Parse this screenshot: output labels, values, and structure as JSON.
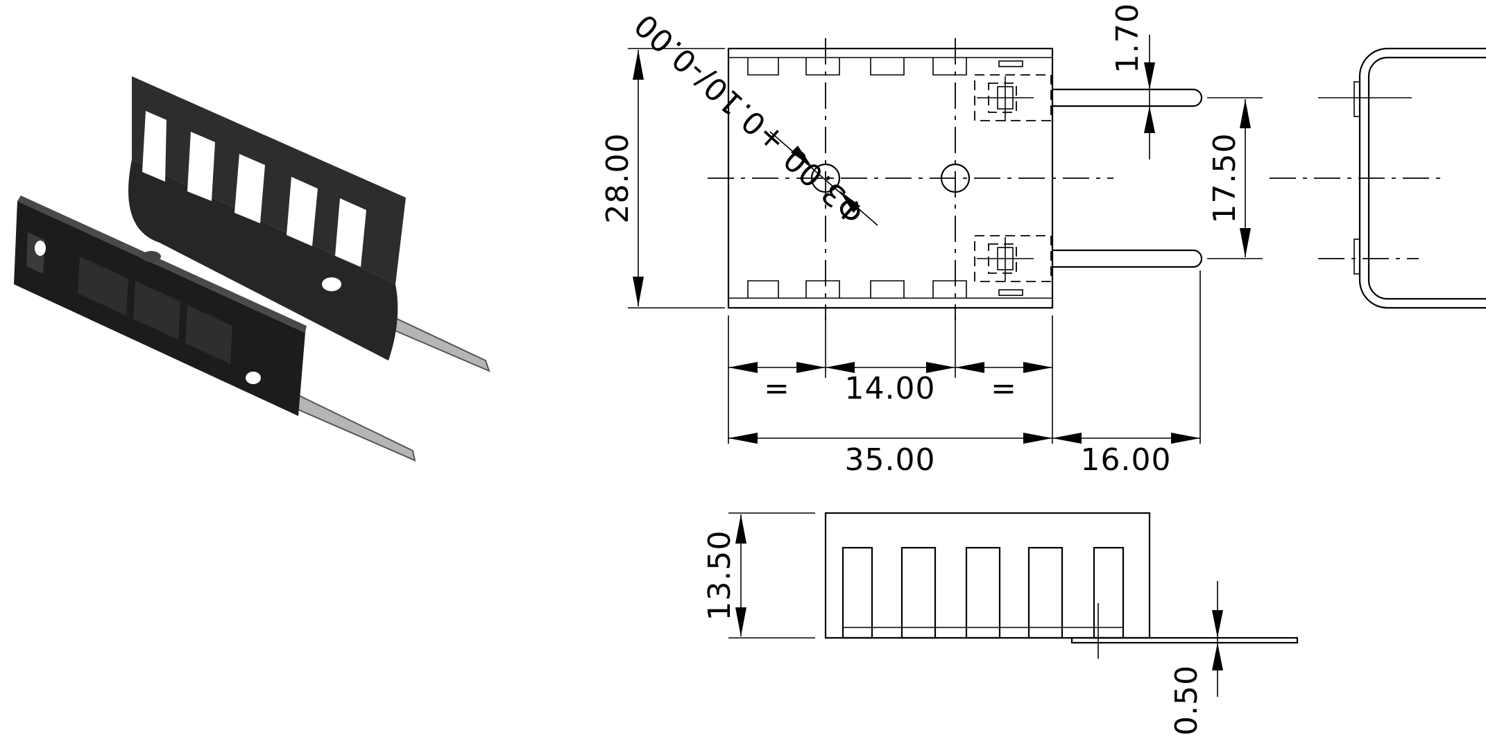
{
  "dimensions": {
    "hole": "Φ3.00 +0.10/-0.00",
    "width_total": "35.00",
    "hole_spacing": "14.00",
    "equal_left": "=",
    "equal_right": "=",
    "pin_length": "16.00",
    "height": "28.00",
    "pin_spacing": "17.50",
    "pin_thickness": "1.70",
    "fin_height": "13.50",
    "material_thickness": "0.50"
  },
  "colors": {
    "line": "#000000",
    "body": "#2a2a2a",
    "background": "#ffffff"
  },
  "icons": [
    "heatsink-photo"
  ]
}
